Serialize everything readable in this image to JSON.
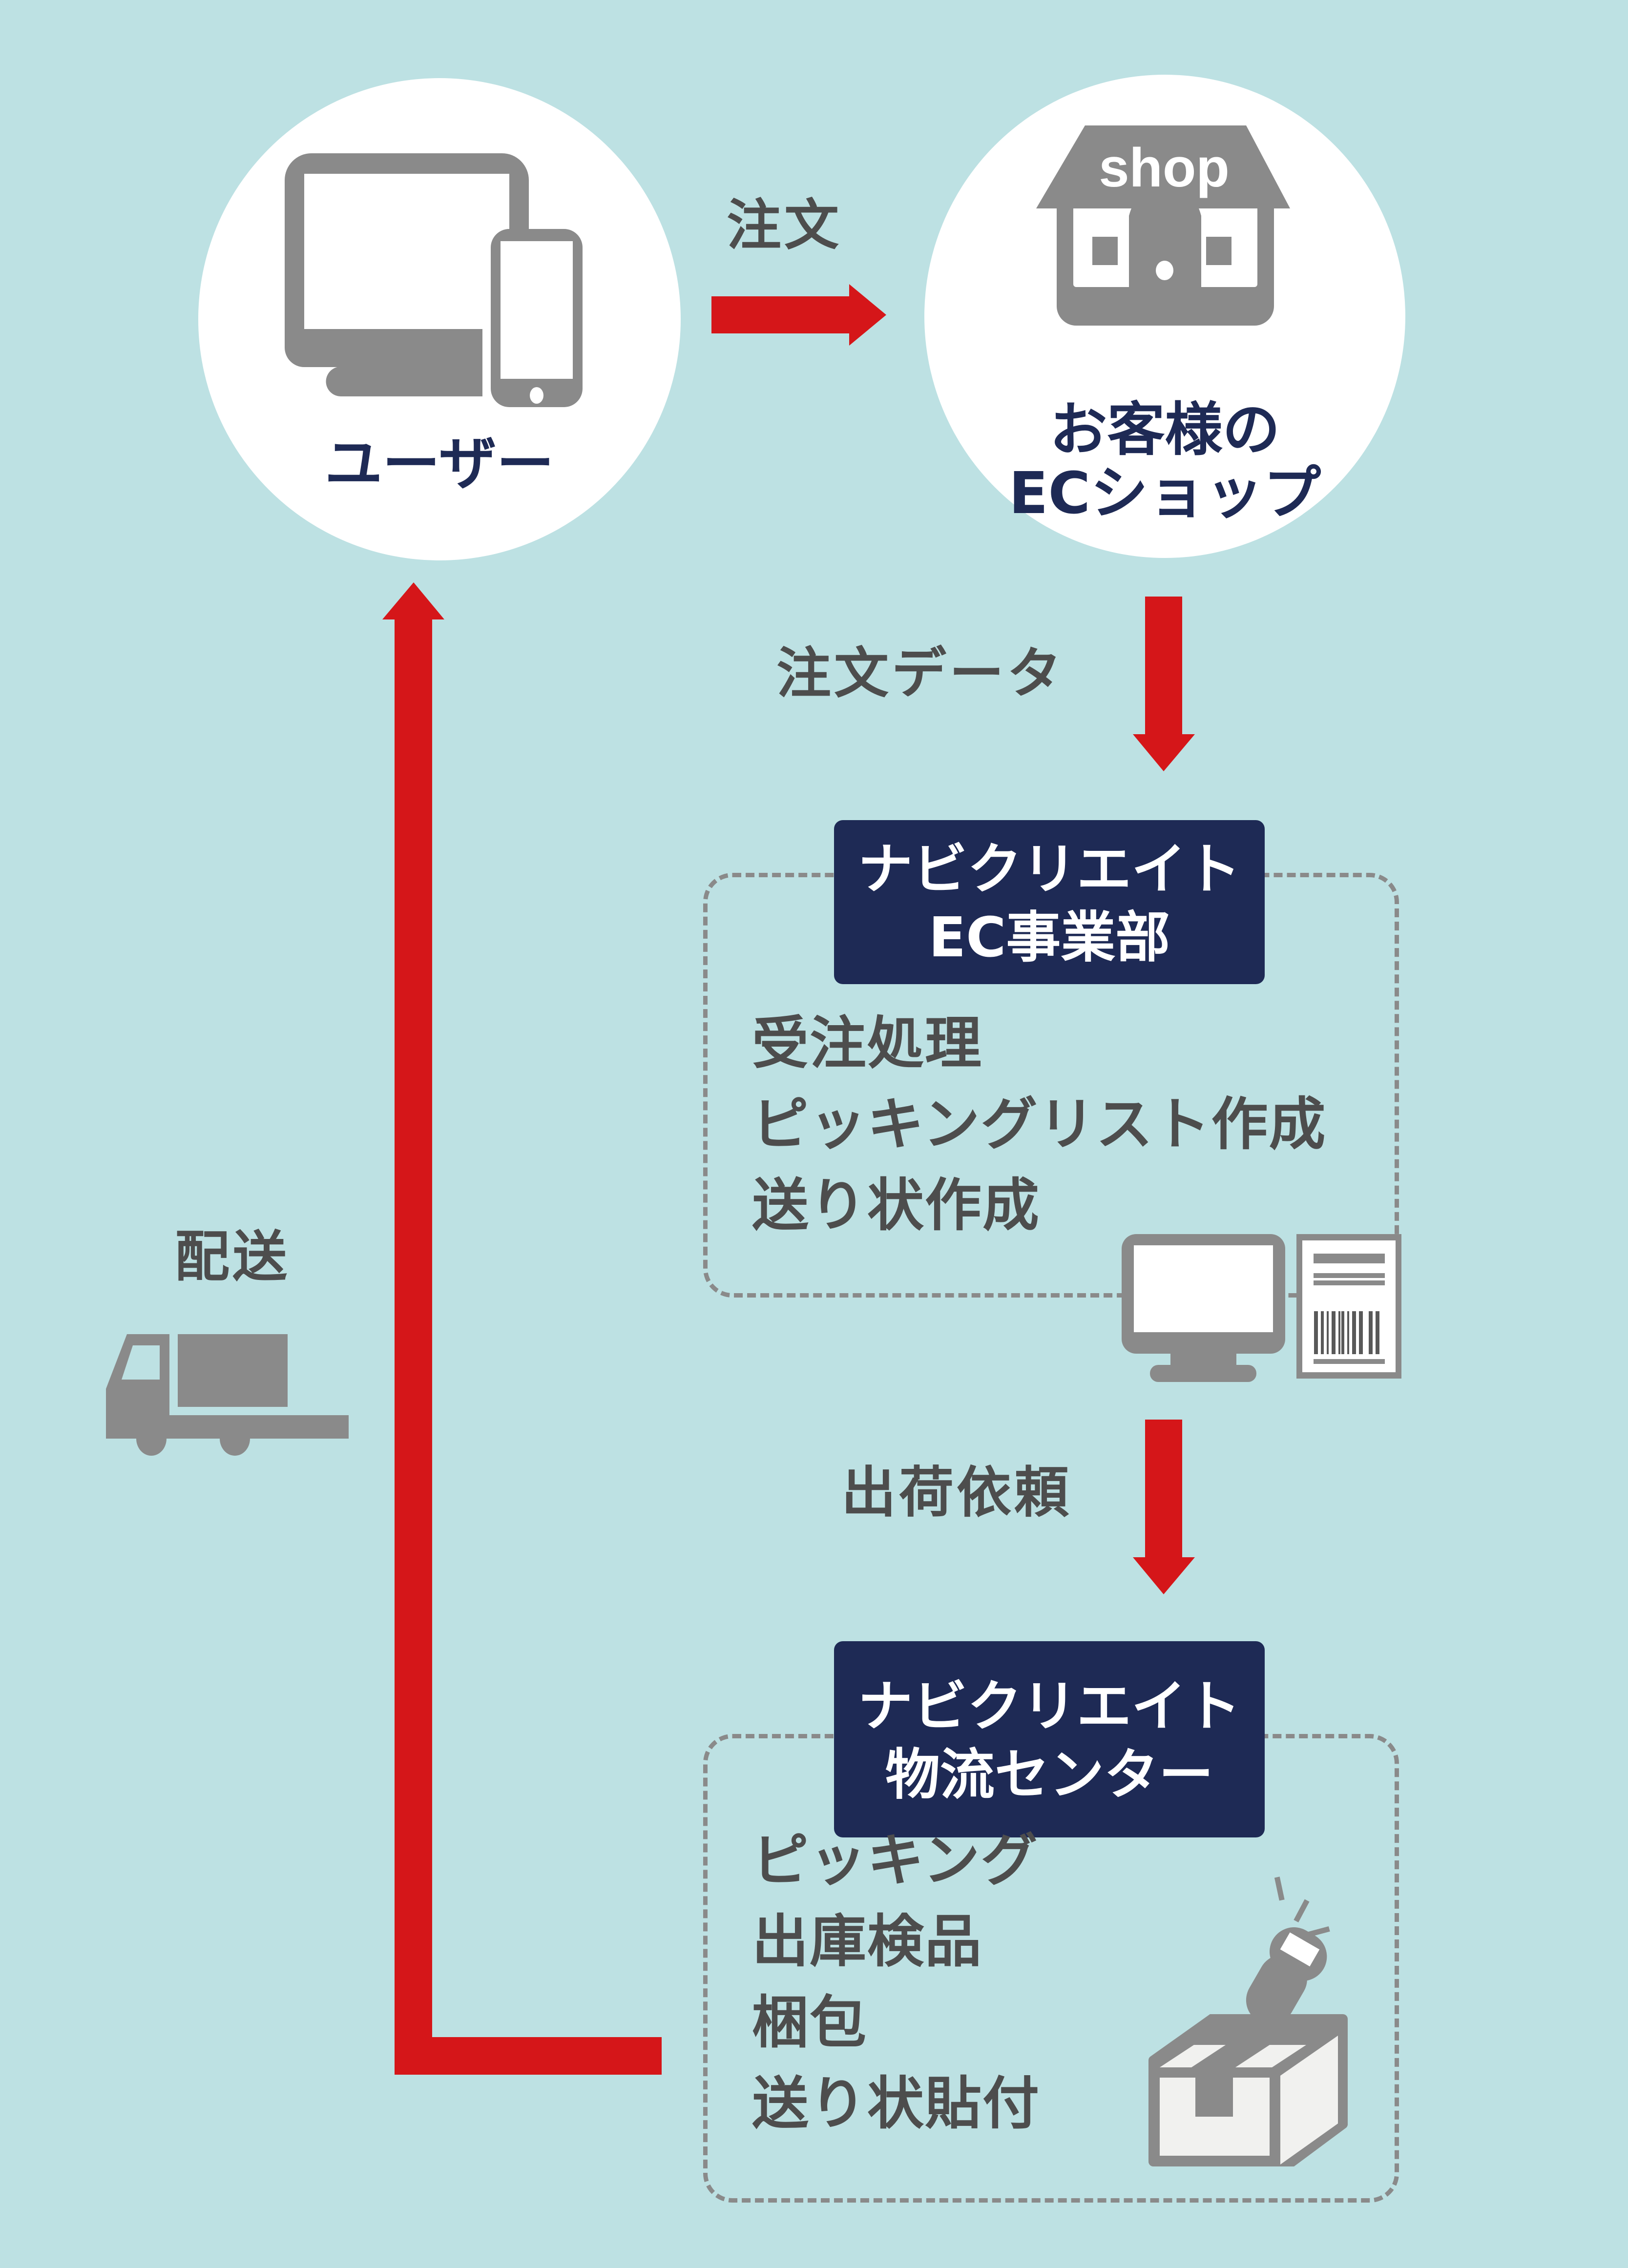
{
  "colors": {
    "background": "#bde1e3",
    "arrow": "#d51619",
    "navy": "#1e2a55",
    "icon_gray": "#8a8a8a",
    "text_gray": "#4d4d4d",
    "white": "#ffffff"
  },
  "nodes": {
    "user": {
      "label": "ユーザー",
      "icon": "desktop-and-smartphone-icon"
    },
    "shop": {
      "label_line1": "お客様の",
      "label_line2": "ECショップ",
      "icon": "shop-icon",
      "icon_text": "shop"
    }
  },
  "flows": {
    "order": "注文",
    "order_data": "注文データ",
    "shipping_request": "出荷依頼",
    "delivery": "配送"
  },
  "departments": [
    {
      "title_line1": "ナビクリエイト",
      "title_line2": "EC事業部",
      "tasks": [
        "受注処理",
        "ピッキングリスト作成",
        "送り状作成"
      ],
      "icons": [
        "monitor-icon",
        "shipping-label-barcode-icon"
      ]
    },
    {
      "title_line1": "ナビクリエイト",
      "title_line2": "物流センター",
      "tasks": [
        "ピッキング",
        "出庫検品",
        "梱包",
        "送り状貼付"
      ],
      "icons": [
        "barcode-scanner-icon",
        "cardboard-box-icon"
      ]
    }
  ],
  "delivery_icon": "truck-icon"
}
